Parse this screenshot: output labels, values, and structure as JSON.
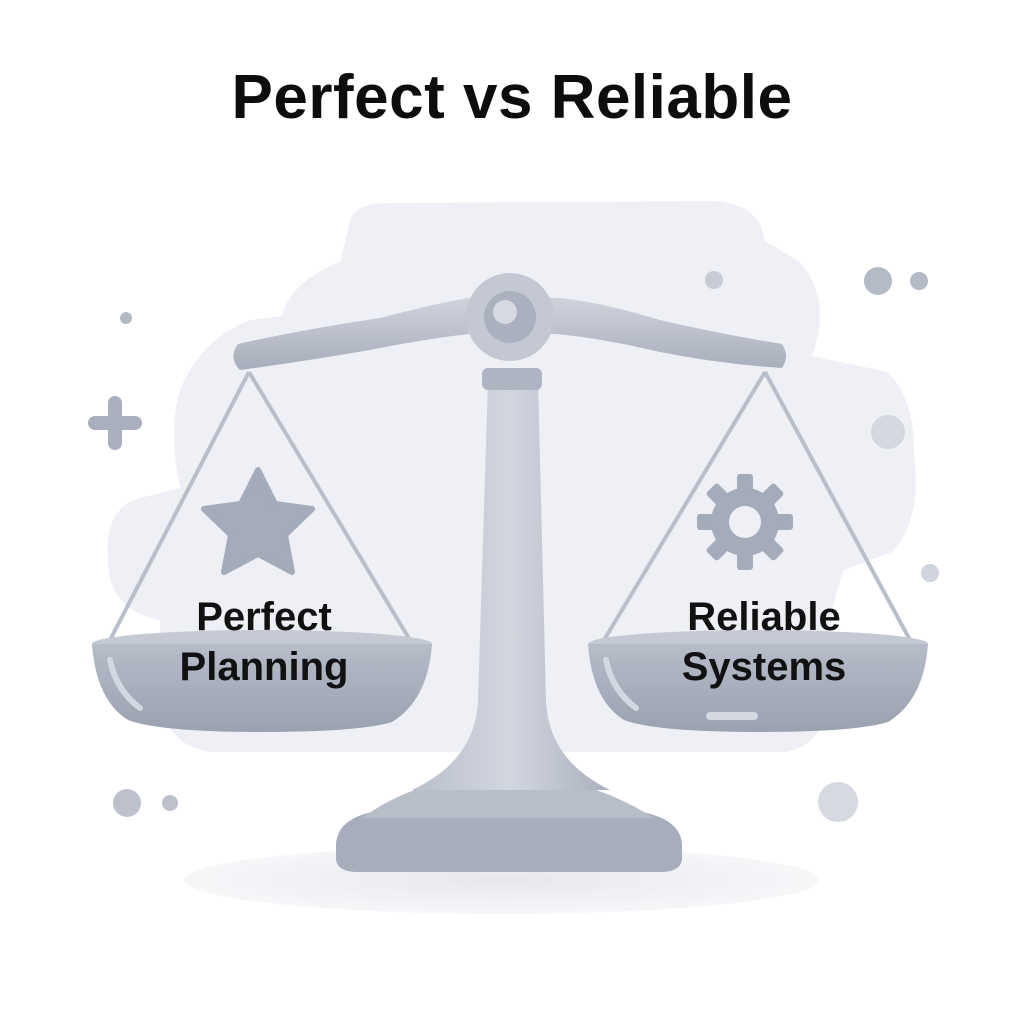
{
  "title": "Perfect vs Reliable",
  "left_pan": {
    "icon": "star-icon",
    "label_line1": "Perfect",
    "label_line2": "Planning"
  },
  "right_pan": {
    "icon": "gear-icon",
    "label_line1": "Reliable",
    "label_line2": "Systems"
  },
  "colors": {
    "background": "#ffffff",
    "cloud": "#eef0f5",
    "scale_light": "#c9cdd7",
    "scale_mid": "#aab0bd",
    "scale_dark": "#8e95a4",
    "accent": "#a4abb9",
    "text": "#111111"
  }
}
